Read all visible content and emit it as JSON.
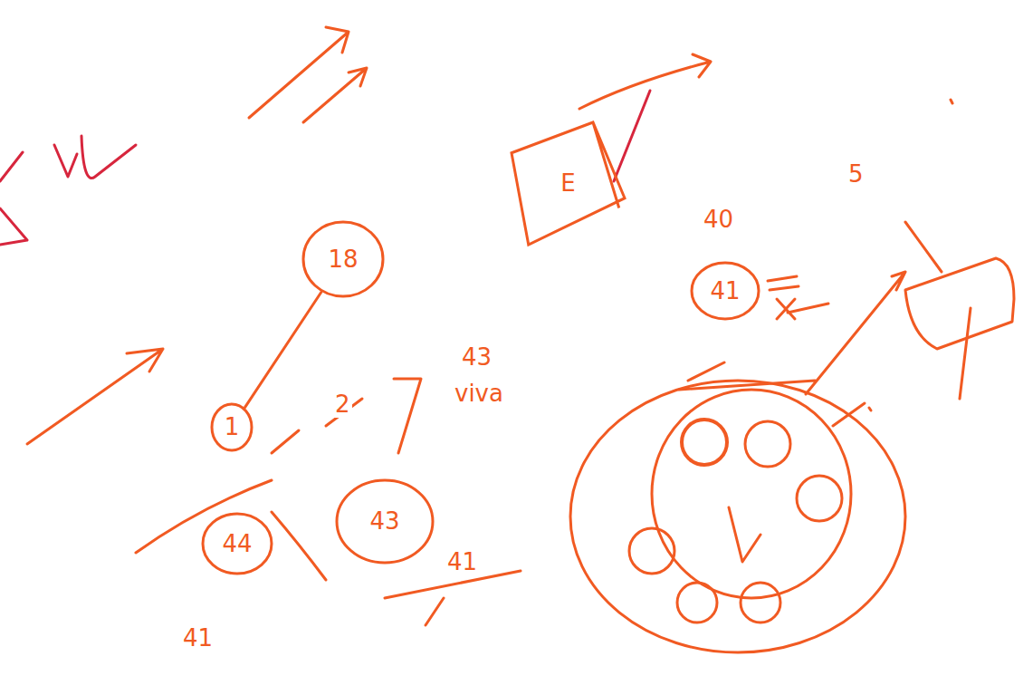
{
  "diagram": {
    "nodes": [
      {
        "text": [
          "E"
        ]
      },
      {
        "text": [
          "18"
        ]
      },
      {
        "text": [
          "41"
        ]
      },
      {
        "text": [
          "1"
        ]
      },
      {
        "text": [
          "44"
        ]
      },
      {
        "text": [
          "43"
        ]
      }
    ],
    "edges": [
      {
        "from": 1,
        "to": 3,
        "arrow": "none"
      }
    ],
    "labels": [
      "40",
      "5",
      "2",
      "43",
      "viva",
      "41",
      "41"
    ]
  }
}
